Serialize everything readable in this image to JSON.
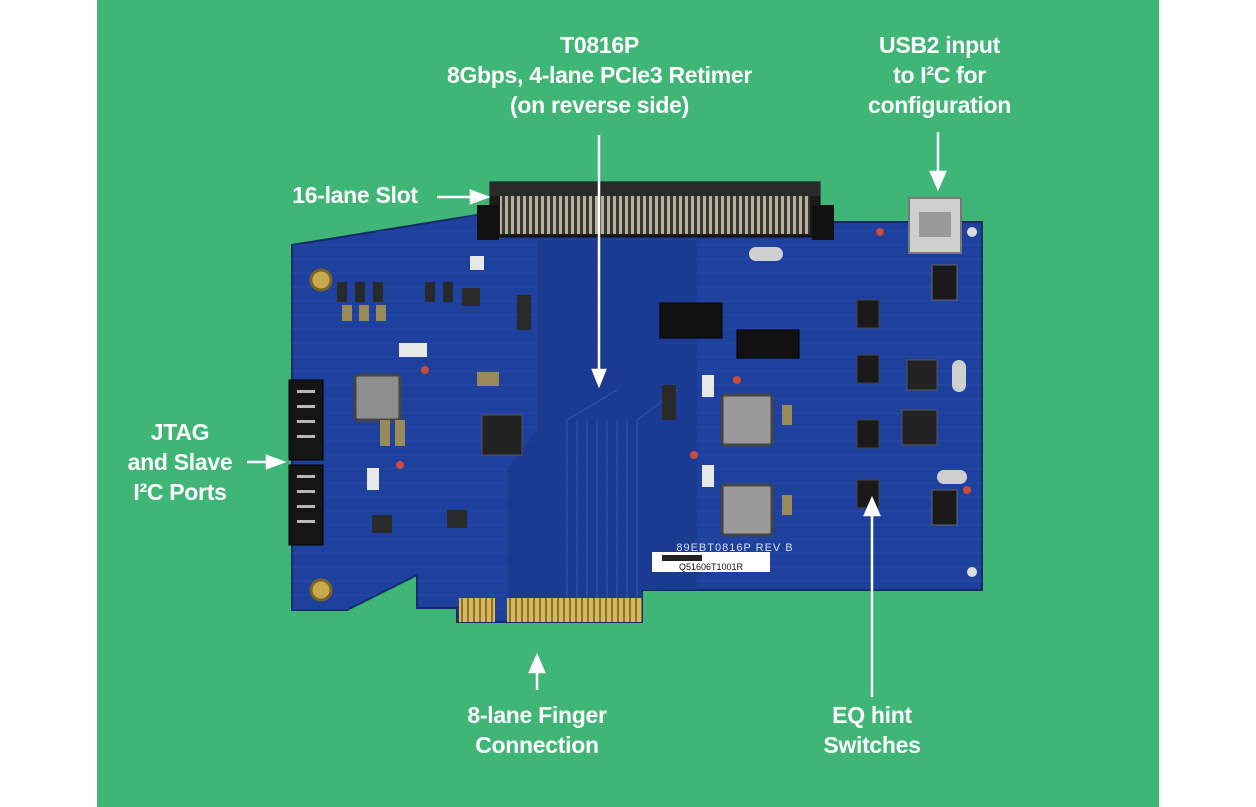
{
  "labels": {
    "retimer": [
      "T0816P",
      "8Gbps, 4-lane PCIe3 Retimer",
      "(on reverse side)"
    ],
    "usb": [
      "USB2 input",
      "to I²C for",
      "configuration"
    ],
    "slot": [
      "16-lane Slot"
    ],
    "jtag": [
      "JTAG",
      "and Slave",
      "I²C Ports"
    ],
    "finger": [
      "8-lane Finger",
      "Connection"
    ],
    "eq": [
      "EQ hint",
      "Switches"
    ]
  },
  "board": {
    "label_text": "89EBT0816P REV B",
    "barcode_text": "Q51606T1001R"
  },
  "colors": {
    "background": "#3fb676",
    "board": "#1e3f9c",
    "gold": "#c9a94e"
  }
}
